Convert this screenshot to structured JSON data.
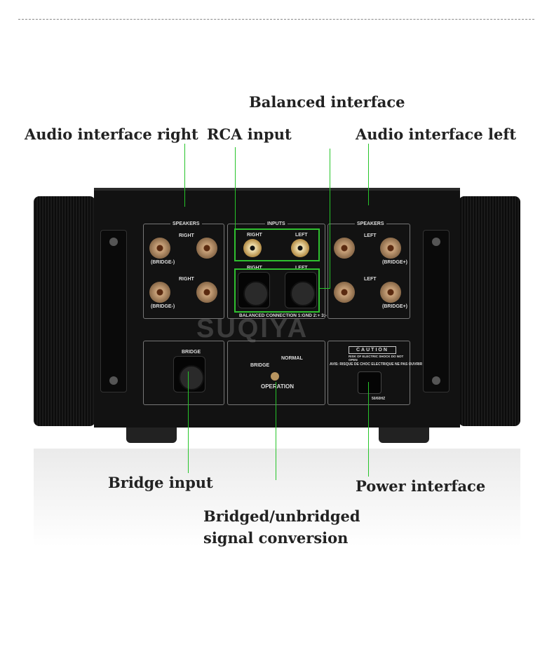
{
  "labels": {
    "balanced": "Balanced interface",
    "audio_right": "Audio interface right",
    "rca": "RCA input",
    "audio_left": "Audio interface left",
    "bridge_input": "Bridge input",
    "power": "Power interface",
    "conversion_1": "Bridged/unbridged",
    "conversion_2": "signal conversion"
  },
  "panel": {
    "speakers": "SPEAKERS",
    "inputs": "INPUTS",
    "right": "RIGHT",
    "left": "LEFT",
    "bridge_minus": "(BRIDGE-)",
    "bridge_plus": "(BRIDGE+)",
    "plus": "+",
    "minus": "-",
    "balanced_conn": "BALANCED CONNECTION 1:GND 2:+ 3:-",
    "bridge": "BRIDGE",
    "normal": "NORMAL",
    "operation": "OPERATION",
    "caution": "CAUTION",
    "caution_sub": "RISK OF ELECTRIC SHOCK DO NOT OPEN",
    "avis": "AVIS: RISQUE DE CHOC ELECTRIQUE NE PAS OUVRIR",
    "freq": "50/60HZ",
    "watermark": "SUQIYA"
  },
  "colors": {
    "accent": "#27c42a"
  }
}
